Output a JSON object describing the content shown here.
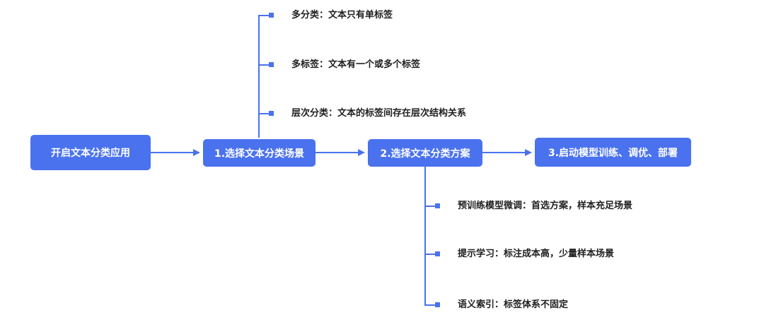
{
  "colors": {
    "accent": "#4a72ee",
    "node_text": "#ffffff",
    "leaf_text": "#1f1f1f"
  },
  "nodes": {
    "start": "开启文本分类应用",
    "step1": "1.选择文本分类场景",
    "step2": "2.选择文本分类方案",
    "step3": "3.启动模型训练、调优、部署"
  },
  "scenarios": [
    "多分类：文本只有单标签",
    "多标签：文本有一个或多个标签",
    "层次分类：文本的标签间存在层次结构关系"
  ],
  "schemes": [
    "预训练模型微调：首选方案，样本充足场景",
    "提示学习：标注成本高，少量样本场景",
    "语义索引：标签体系不固定"
  ]
}
